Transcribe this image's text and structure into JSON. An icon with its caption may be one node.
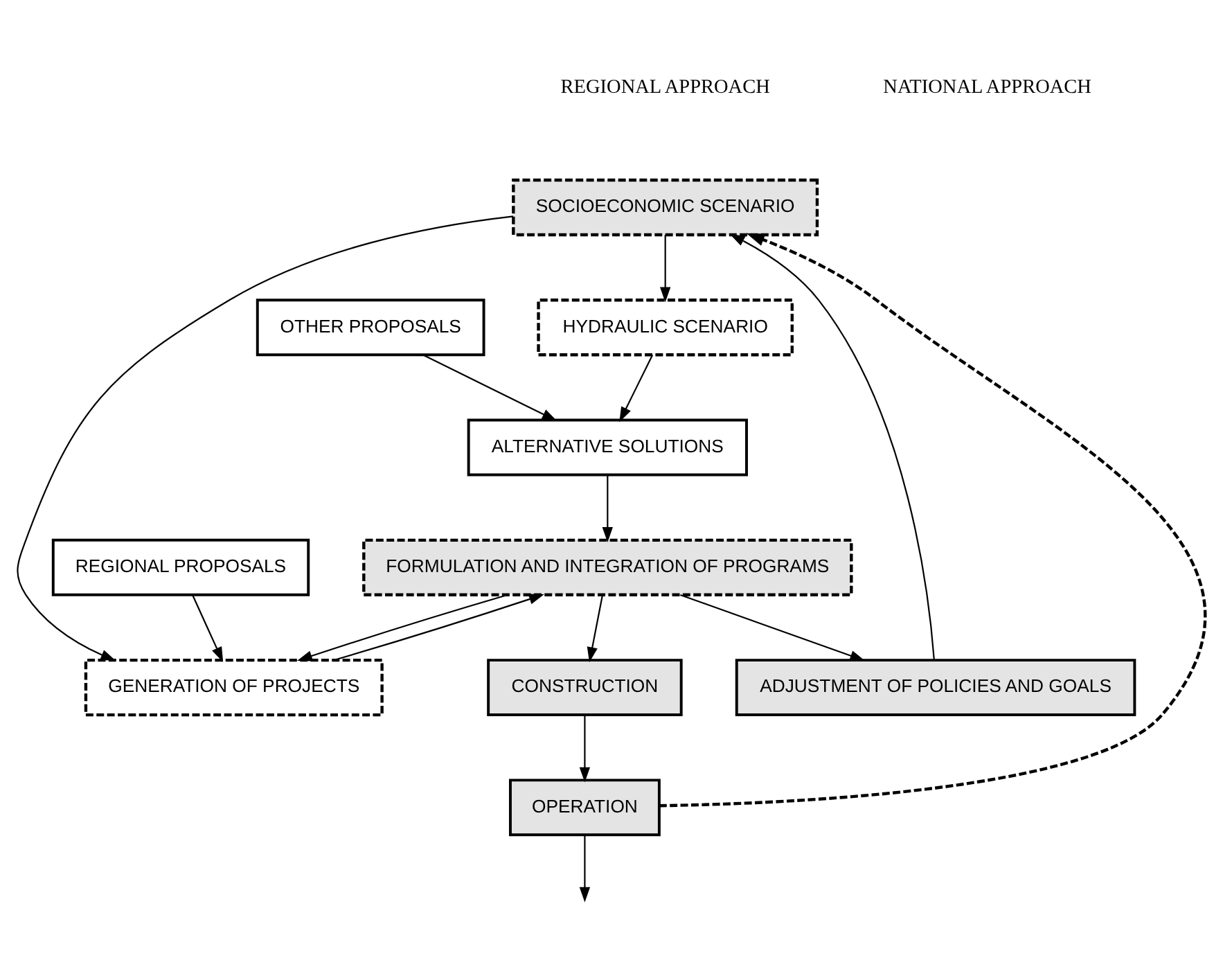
{
  "diagram": {
    "nodes": [
      {
        "text": [
          "OTHER PROPOSALS"
        ]
      },
      {
        "text": [
          "HYDRAULIC SCENARIO"
        ]
      },
      {
        "text": [
          "SOCIOECONOMIC SCENARIO"
        ]
      },
      {
        "text": [
          "REGIONAL PROPOSALS"
        ]
      },
      {
        "text": [
          "ALTERNATIVE SOLUTIONS"
        ]
      },
      {
        "text": [
          "ADJUSTMENT OF POLICIES AND GOALS"
        ]
      },
      {
        "text": [
          "GENERATION OF PROJECTS"
        ]
      },
      {
        "text": [
          "FORMULATION AND INTEGRATION OF PROGRAMS"
        ]
      },
      {
        "text": [
          "CONSTRUCTION"
        ]
      },
      {
        "text": [
          "OPERATION"
        ]
      }
    ],
    "edges": [
      {
        "from": 2,
        "to": 6,
        "arrow": "to"
      },
      {
        "from": 2,
        "to": 1,
        "arrow": "to"
      },
      {
        "from": 1,
        "to": 4,
        "arrow": "to"
      },
      {
        "from": 0,
        "to": 4,
        "arrow": "to"
      },
      {
        "from": 3,
        "to": 6,
        "arrow": "to"
      },
      {
        "from": 4,
        "to": 7,
        "arrow": "to"
      },
      {
        "from": 6,
        "to": 7,
        "arrow": "to"
      },
      {
        "from": 7,
        "to": 6,
        "arrow": "to"
      },
      {
        "from": 5,
        "to": 2,
        "arrow": "to"
      },
      {
        "from": 7,
        "to": 5,
        "arrow": "to"
      },
      {
        "from": 7,
        "to": 8,
        "arrow": "to"
      },
      {
        "from": 8,
        "to": 9,
        "arrow": "to"
      },
      {
        "from": 9,
        "to": null,
        "arrow": "to"
      },
      {
        "from": 9,
        "to": 2,
        "arrow": "to",
        "style": "dashed"
      }
    ],
    "labels": [
      "REGIONAL APPROACH",
      "NATIONAL APPROACH"
    ]
  }
}
